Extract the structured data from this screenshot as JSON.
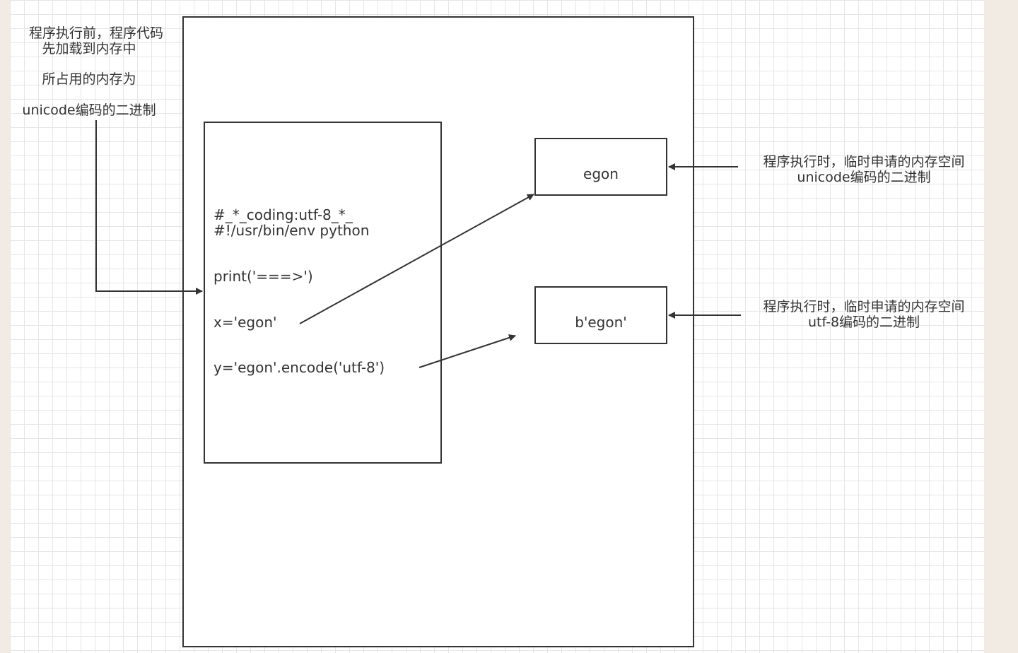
{
  "notes": {
    "left_line1": "程序执行前，程序代码",
    "left_line2": "先加载到内存中",
    "left_line3": "所占用的内存为",
    "left_line4": "unicode编码的二进制",
    "right_top_line1": "程序执行时，临时申请的内存空间",
    "right_top_line2": "unicode编码的二进制",
    "right_bottom_line1": "程序执行时，临时申请的内存空间",
    "right_bottom_line2": "utf-8编码的二进制"
  },
  "code": {
    "line1": "#_*_coding:utf-8_*_",
    "line2": "#!/usr/bin/env python",
    "line3": "print('===>')",
    "line4": "x='egon'",
    "line5": "y='egon'.encode('utf-8')"
  },
  "memory": {
    "value1": "egon",
    "value2": "b'egon'"
  },
  "colors": {
    "stroke": "#333333",
    "background": "#f2ebe4",
    "grid": "#e6e6e6"
  }
}
